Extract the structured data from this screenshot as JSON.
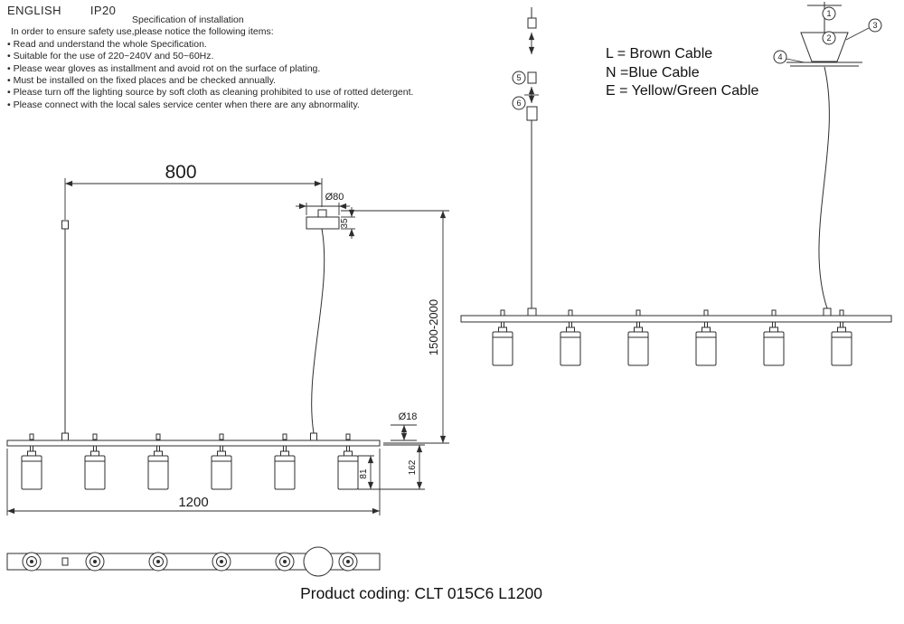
{
  "header": {
    "language": "ENGLISH",
    "ip_rating": "IP20",
    "spec_title": "Specification of installation",
    "spec_intro": "In order to ensure safety use,please notice the following items:",
    "spec_items": [
      "Read and understand the whole Specification.",
      "Suitable for the use of 220~240V and 50~60Hz.",
      "Please wear gloves as installment and avoid rot on the surface of plating.",
      "Must be installed on the fixed places and be checked annually.",
      "Please turn off the lighting source by soft cloth as cleaning prohibited to use of rotted detergent.",
      "Please connect with the local sales service center when there are any abnormality."
    ]
  },
  "legend": {
    "line_l": "L = Brown Cable",
    "line_n": "N =Blue Cable",
    "line_e": "E = Yellow/Green Cable"
  },
  "dimensions": {
    "top_span": "800",
    "canopy_diameter": "Ø80",
    "canopy_height": "35",
    "suspension_range": "1500-2000",
    "stem_diameter": "Ø18",
    "drop_height": "162",
    "shade_height": "81",
    "bar_length": "1200"
  },
  "callouts": {
    "c1": "1",
    "c2": "2",
    "c3": "3",
    "c4": "4",
    "c5": "5",
    "c6": "6"
  },
  "footer": {
    "product_coding": "Product coding: CLT 015C6 L1200"
  }
}
